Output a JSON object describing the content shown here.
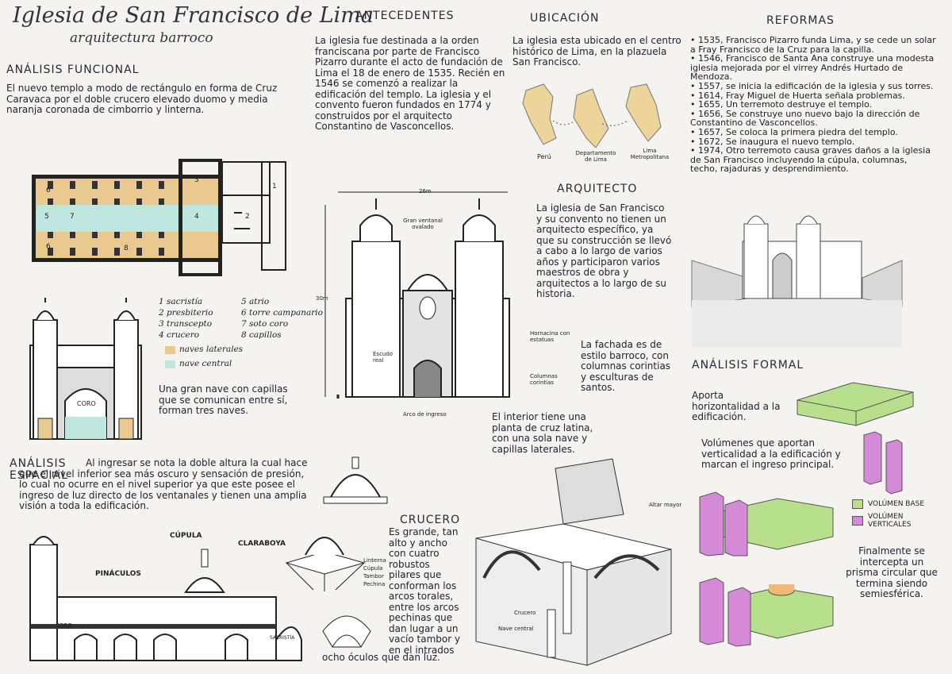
{
  "header": {
    "title": "Iglesia de San Francisco de Lima",
    "subtitle": "arquitectura barroco"
  },
  "funcional": {
    "heading": "ANÁLISIS FUNCIONAL",
    "text": "El nuevo templo a modo de rectángulo en forma de Cruz Caravaca por el doble crucero elevado duomo y media naranja coronada de cimborrio y linterna.",
    "plan_numbers": [
      "1",
      "2",
      "3",
      "4",
      "5",
      "6",
      "6",
      "7",
      "8"
    ],
    "legend_items": [
      "1 sacristía",
      "2 presbiterio",
      "3 transcepto",
      "4 crucero",
      "5 atrio",
      "6 torre campanario",
      "7 soto coro",
      "8 capillos"
    ],
    "legend_lateral": "naves laterales",
    "legend_central": "nave central",
    "coro": "CORO",
    "text2": "Una gran nave con capillas que se comunican entre sí, forman tres naves."
  },
  "antecedentes": {
    "heading": "ANTECEDENTES",
    "text": "La iglesia fue destinada a la orden franciscana por parte de Francisco Pizarro durante el acto de fundación de Lima el 18 de enero de 1535. Recién en 1546 se comenzó a realizar la edificación del templo. La iglesia y el convento fueron fundados en 1774 y construidos por el arquitecto Constantino de Vasconcellos."
  },
  "ubicacion": {
    "heading": "UBICACIÓN",
    "text": "La iglesia esta ubicado en el centro histórico de Lima, en la plazuela San Francisco.",
    "maps": [
      "Perú",
      "Departamento de Lima",
      "Lima Metropolitana"
    ]
  },
  "arquitecto": {
    "heading": "ARQUITECTO",
    "text": "La iglesia de San Francisco y su convento no tienen un arquitecto específico, ya que su construcción se llevó a cabo a lo largo de varios años y participaron varios maestros de obra y arquitectos a lo largo de su historia.",
    "text2": "La fachada es de estilo barroco, con columnas corintias y esculturas de santos."
  },
  "reformas": {
    "heading": "REFORMAS",
    "items": [
      "1535, Francisco Pizarro funda Lima, y se cede un solar a Fray Francisco de la Cruz para la capilla.",
      "1546, Francisco de Santa Ana construye una modesta iglesia mejorada por el virrey Andrés Hurtado de Mendoza.",
      "1557, se inicia la edificación de la iglesia y sus torres.",
      "1614, Fray Miguel de Huerta señala problemas.",
      "1655, Un terremoto destruye el templo.",
      "1656, Se construye uno nuevo bajo la dirección de Constantino de Vasconcellos.",
      "1657, Se coloca la primera piedra del templo.",
      "1672, Se inaugura el nuevo templo.",
      "1974, Otro terremoto causa graves daños a la iglesia de San Francisco incluyendo la cúpula, columnas, techo, rajaduras y desprendimiento."
    ]
  },
  "fachada": {
    "dim_width": "26m",
    "dim_height": "30m",
    "labels": [
      "Gran ventanal ovalado",
      "Hornacina con estatuas",
      "Escudo real",
      "Columnas corintias",
      "Arco de ingreso"
    ]
  },
  "formal": {
    "heading": "ANÁLISIS FORMAL",
    "text1": "Aporta horizontalidad a la edificación.",
    "text2": "Volúmenes que aportan verticalidad a la edificación y marcan el ingreso principal.",
    "legend_base": "VOLÚMEN BASE",
    "legend_vert": "VOLÚMEN VERTICALES",
    "text3": "Finalmente se intercepta un prisma circular que termina siendo semiesférica.",
    "colors": {
      "green": "#b8e08c",
      "purple": "#d58ad8"
    }
  },
  "espacial": {
    "heading": "ANÁLISIS ESPACIAL",
    "text": "Al ingresar se nota la doble altura la cual hace que el nivel inferior sea más oscuro y sensación de presión, lo cual no ocurre en el nivel superior ya que este posee el ingreso de luz directo de los ventanales y tienen una amplia visión a toda la edificación.",
    "labels": [
      "CÚPULA",
      "CLARABOYA",
      "PINÁCULOS",
      "CORO",
      "SACRISTÍA"
    ]
  },
  "crucero": {
    "heading": "CRUCERO",
    "text": "Es grande, tan alto y ancho con cuatro robustos pilares que conforman los arcos torales, entre los arcos pechinas que dan lugar a un vacío tambor y en el intrados",
    "text2": "ocho óculos que dan luz.",
    "labels": [
      "Linterna",
      "Cúpula",
      "Tambor",
      "Pechina"
    ]
  },
  "interior": {
    "text": "El interior tiene una planta de cruz latina, con una sola nave y capillas laterales.",
    "labels": [
      "Altar mayor",
      "Crucero",
      "Nave central"
    ]
  }
}
